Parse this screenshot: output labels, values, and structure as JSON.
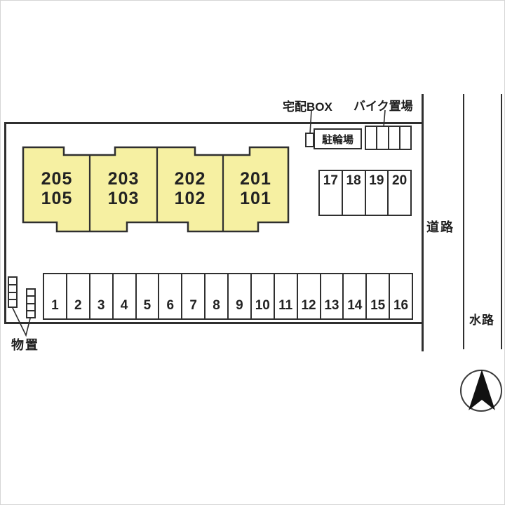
{
  "plan": {
    "colors": {
      "line": "#2f2f2f",
      "building_fill": "#f6f0a2",
      "background": "#ffffff"
    },
    "building": {
      "units": [
        {
          "upper": "205",
          "lower": "105"
        },
        {
          "upper": "203",
          "lower": "103"
        },
        {
          "upper": "202",
          "lower": "102"
        },
        {
          "upper": "201",
          "lower": "101"
        }
      ]
    },
    "parking_row": {
      "spaces": [
        "1",
        "2",
        "3",
        "4",
        "5",
        "6",
        "7",
        "8",
        "9",
        "10",
        "11",
        "12",
        "13",
        "14",
        "15",
        "16"
      ]
    },
    "parking_block": {
      "spaces": [
        "17",
        "18",
        "19",
        "20"
      ]
    },
    "labels": {
      "delivery_box": "宅配BOX",
      "motorcycle_area": "バイク置場",
      "bicycle_area": "駐輪場",
      "road": "道路",
      "waterway": "水路",
      "storage": "物置"
    },
    "compass": {
      "icon": "north-arrow"
    }
  }
}
